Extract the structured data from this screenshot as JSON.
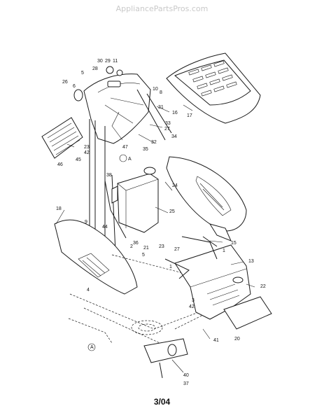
{
  "watermark": "AppliancePartsPros.com",
  "footer": "3/04",
  "callouts": [
    "30",
    "29",
    "11",
    "28",
    "5",
    "10",
    "6",
    "8",
    "26",
    "31",
    "16",
    "17",
    "33",
    "27",
    "47",
    "35",
    "34",
    "32",
    "23",
    "42",
    "45",
    "46",
    "A",
    "24",
    "38",
    "25",
    "18",
    "9",
    "44",
    "36",
    "2",
    "23",
    "21",
    "5",
    "27",
    "15",
    "1",
    "13",
    "22",
    "3",
    "42",
    "4",
    "41",
    "20",
    "A",
    "40",
    "37",
    "1"
  ]
}
